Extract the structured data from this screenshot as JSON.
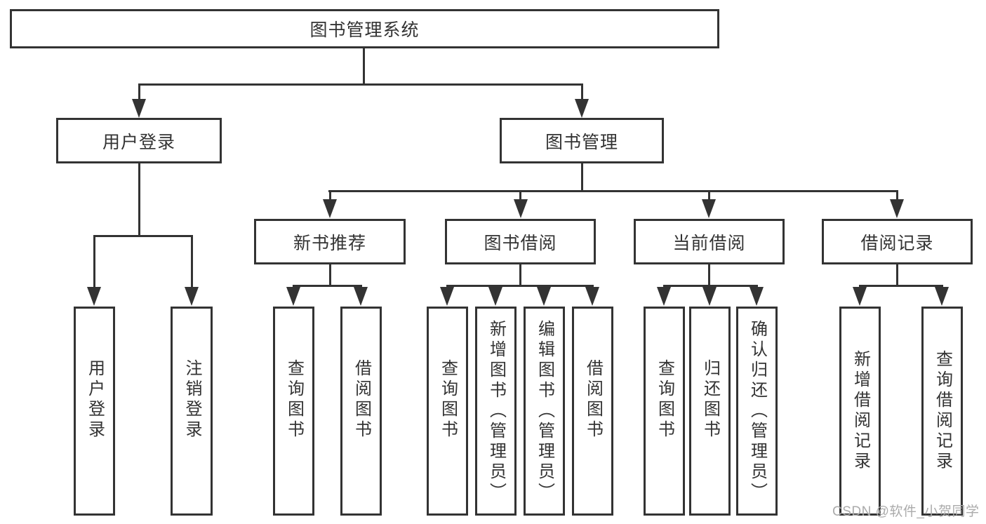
{
  "diagram": {
    "colors": {
      "line": "#333333",
      "box_border": "#333333",
      "background": "#ffffff",
      "text": "#333333",
      "watermark_text": "#ababab"
    },
    "root": {
      "label": "图书管理系统"
    },
    "user_login": {
      "label": "用户登录",
      "children": {
        "login": {
          "label": "用户登录"
        },
        "logout": {
          "label": "注销登录"
        }
      }
    },
    "book_management": {
      "label": "图书管理",
      "new_book_recommend": {
        "label": "新书推荐",
        "children": {
          "query_books": {
            "label": "查询图书"
          },
          "borrow_books": {
            "label": "借阅图书"
          }
        }
      },
      "book_borrowing": {
        "label": "图书借阅",
        "children": {
          "query_books": {
            "label": "查询图书"
          },
          "add_books_admin": {
            "label": "新增图书（管理员）"
          },
          "edit_books_admin": {
            "label": "编辑图书（管理员）"
          },
          "borrow_books": {
            "label": "借阅图书"
          }
        }
      },
      "current_borrowing": {
        "label": "当前借阅",
        "children": {
          "query_books": {
            "label": "查询图书"
          },
          "return_books": {
            "label": "归还图书"
          },
          "confirm_return_admin": {
            "label": "确认归还（管理员）"
          }
        }
      },
      "borrowing_records": {
        "label": "借阅记录",
        "children": {
          "add_record": {
            "label": "新增借阅记录"
          },
          "query_record": {
            "label": "查询借阅记录"
          }
        }
      }
    },
    "watermark": "CSDN @软件_小贺同学"
  }
}
